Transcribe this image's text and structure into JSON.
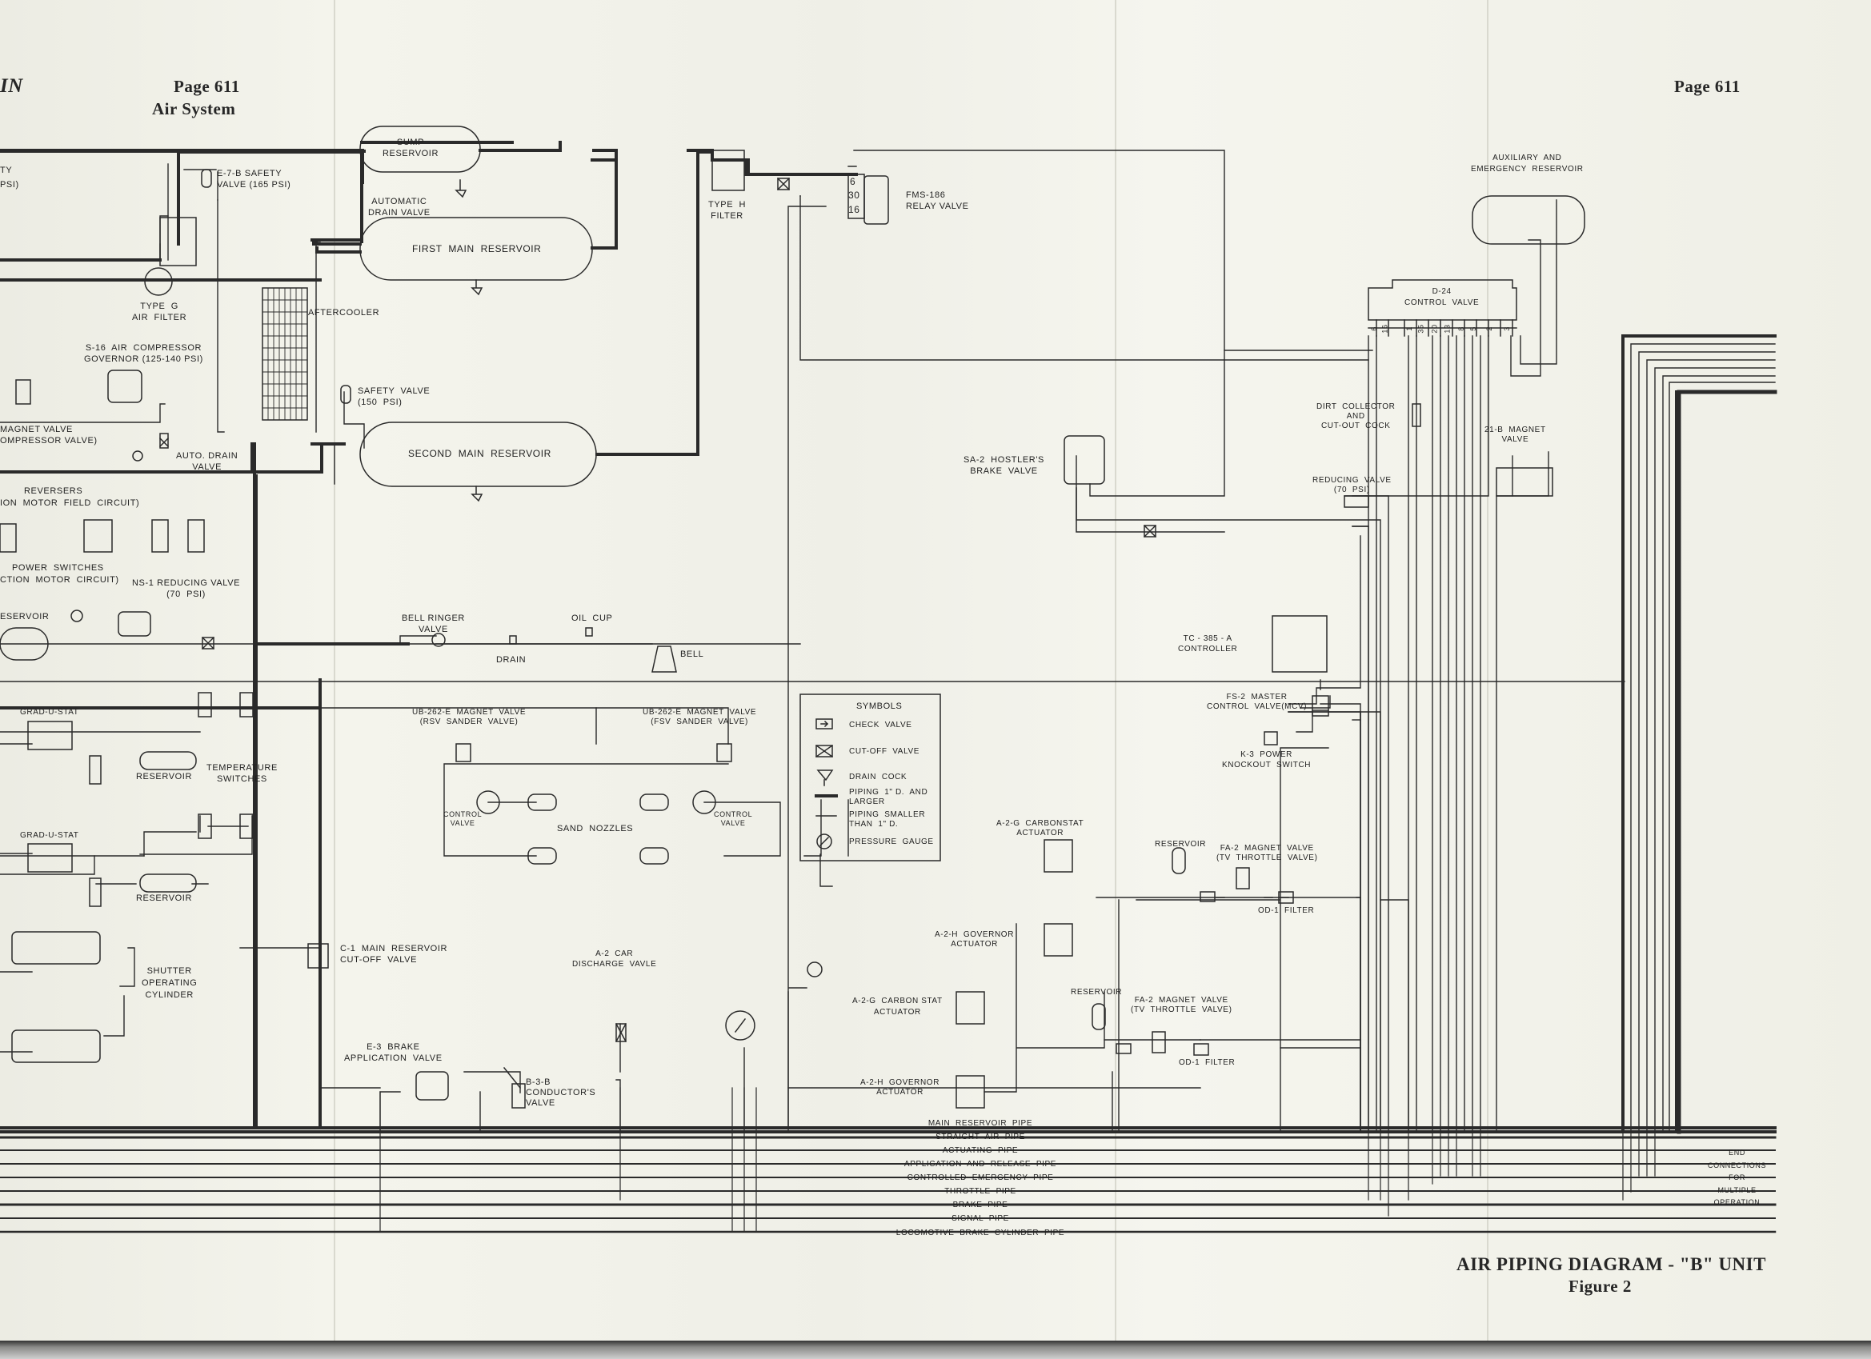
{
  "page": {
    "header_left": "IN",
    "page_left": "Page 611",
    "section": "Air System",
    "page_right": "Page 611",
    "title": "AIR PIPING DIAGRAM - \"B\" UNIT",
    "figure": "Figure 2"
  },
  "labels": {
    "partial_ty": "TY",
    "partial_psi": "PSI)",
    "sump_reservoir": "SUMP\nRESERVOIR",
    "safety_valve_165": "E-7-B SAFETY\nVALVE (165 PSI)",
    "automatic_drain": "AUTOMATIC\nDRAIN VALVE",
    "first_main_reservoir": "FIRST  MAIN  RESERVOIR",
    "type_g_filter": "TYPE  G\nAIR  FILTER",
    "aftercooler": "AFTERCOOLER",
    "s16_governor": "S-16  AIR  COMPRESSOR\nGOVERNOR (125-140 PSI)",
    "safety_valve_150": "SAFETY  VALVE\n(150  PSI)",
    "second_main_reservoir": "SECOND  MAIN  RESERVOIR",
    "magnet_valve_partial": "MAGNET VALVE\nOMPRESSOR VALVE)",
    "auto_drain_valve": "AUTO. DRAIN\nVALVE",
    "reversers": "REVERSERS",
    "motor_field_circuit": "ION  MOTOR  FIELD  CIRCUIT)",
    "power_switches": "POWER  SWITCHES",
    "motor_circuit": "CTION  MOTOR  CIRCUIT)",
    "ns1_reducing_valve": "NS-1 REDUCING VALVE\n(70  PSI)",
    "reservoir_partial": "ESERVOIR",
    "bell_ringer_valve": "BELL RINGER\nVALVE",
    "oil_cup": "OIL  CUP",
    "drain": "DRAIN",
    "bell": "BELL",
    "type_h_filter": "TYPE  H\nFILTER",
    "fms186_relay_valve": "FMS-186\nRELAY VALVE",
    "relay_port_6": "6",
    "relay_port_30": "30",
    "relay_port_16": "16",
    "aux_reservoir": "AUXILIARY  AND\nEMERGENCY  RESERVOIR",
    "d24_control_valve": "D-24\nCONTROL  VALVE",
    "port_6": "6",
    "port_16": "16",
    "port_1": "1",
    "port_35": "35",
    "port_20": "20",
    "port_13": "13",
    "port_8": "8",
    "port_5": "5",
    "port_2": "2",
    "port_3": "3",
    "dirt_collector": "DIRT  COLLECTOR\nAND\nCUT-OUT  COCK",
    "magnet_valve_21b": "21-B  MAGNET\nVALVE",
    "sa2_hostler": "SA-2  HOSTLER'S\nBRAKE  VALVE",
    "reducing_valve_70": "REDUCING  VALVE\n(70  PSI)",
    "tc385_controller": "TC - 385 - A\nCONTROLLER",
    "fs2_master": "FS-2  MASTER\nCONTROL  VALVE(MCV)",
    "k3_power": "K-3  POWER\nKNOCKOUT  SWITCH",
    "grad_u_stat_1": "GRAD-U-STAT",
    "grad_u_stat_2": "GRAD-U-STAT",
    "reservoir_1": "RESERVOIR",
    "reservoir_2": "RESERVOIR",
    "temperature_switches": "TEMPERATURE\nSWITCHES",
    "ub262_rsv": "UB-262-E  MAGNET  VALVE\n(RSV  SANDER  VALVE)",
    "ub262_fsv": "UB-262-E  MAGNET  VALVE\n(FSV  SANDER  VALVE)",
    "control_valve_l": "CONTROL\nVALVE",
    "control_valve_r": "CONTROL\nVALVE",
    "sand_nozzles": "SAND  NOZZLES",
    "shutter_cylinder": "SHUTTER\nOPERATING\nCYLINDER",
    "c1_cutoff": "C-1  MAIN  RESERVOIR\nCUT-OFF  VALVE",
    "a2_car_discharge": "A-2  CAR\nDISCHARGE  VAVLE",
    "e3_brake": "E-3  BRAKE\nAPPLICATION  VALVE",
    "b38_conductor": "B-3-B\nCONDUCTOR'S\nVALVE",
    "a2g_carbonstat_top": "A-2-G  CARBONSTAT\nACTUATOR",
    "reservoir_fa_top": "RESERVOIR",
    "fa2_top": "FA-2  MAGNET  VALVE\n(TV  THROTTLE  VALVE)",
    "od1_top": "OD-1  FILTER",
    "a2h_gov_top": "A-2-H  GOVERNOR\nACTUATOR",
    "a2g_carbon_bot": "A-2-G  CARBON STAT\nACTUATOR",
    "reservoir_fa_bot": "RESERVOIR",
    "fa2_bot": "FA-2  MAGNET  VALVE\n(TV  THROTTLE  VALVE)",
    "od1_bot": "OD-1  FILTER",
    "a2h_gov_bot": "A-2-H  GOVERNOR\nACTUATOR",
    "end_connections": "END\nCONNECTIONS\nFOR\nMULTIPLE\nOPERATION"
  },
  "legend": {
    "title": "SYMBOLS",
    "items": [
      {
        "symbol": "check-valve-symbol",
        "label": "CHECK  VALVE"
      },
      {
        "symbol": "cut-off-valve-symbol",
        "label": "CUT-OFF  VALVE"
      },
      {
        "symbol": "drain-cock-symbol",
        "label": "DRAIN  COCK"
      },
      {
        "symbol": "heavy-pipe-symbol",
        "label": "PIPING  1\" D.  AND\nLARGER"
      },
      {
        "symbol": "light-pipe-symbol",
        "label": "PIPING  SMALLER\nTHAN  1\" D."
      },
      {
        "symbol": "pressure-gauge-symbol",
        "label": "PRESSURE  GAUGE"
      }
    ]
  },
  "pipes": [
    "MAIN  RESERVOIR  PIPE",
    "STRAIGHT  AIR  PIPE",
    "ACTUATING  PIPE",
    "APPLICATION  AND  RELEASE  PIPE",
    "CONTROLLED  EMERGENCY  PIPE",
    "THROTTLE  PIPE",
    "BRAKE  PIPE",
    "SIGNAL  PIPE",
    "LOCOMOTIVE  BRAKE  CYLINDER  PIPE"
  ]
}
